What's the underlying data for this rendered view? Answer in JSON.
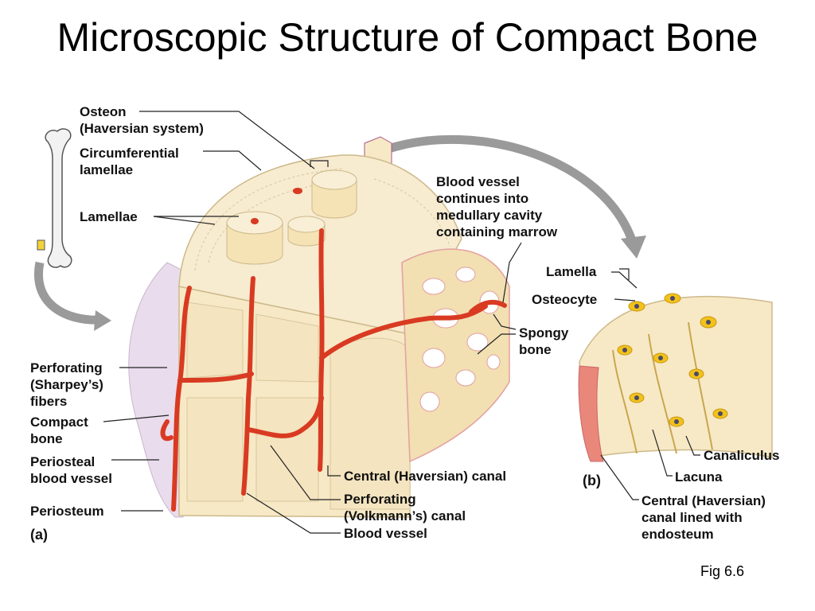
{
  "title": "Microscopic Structure of Compact Bone",
  "figure_caption": "Fig 6.6",
  "panels": {
    "a": "(a)",
    "b": "(b)"
  },
  "labels": {
    "osteon": "Osteon\n(Haversian system)",
    "circumferential_lamellae": "Circumferential\nlamellae",
    "lamellae": "Lamellae",
    "blood_vessel_marrow": "Blood vessel\ncontinues into\nmedullary cavity\ncontaining marrow",
    "lamella": "Lamella",
    "osteocyte": "Osteocyte",
    "spongy_bone": "Spongy\nbone",
    "perforating_fibers": "Perforating\n(Sharpey’s)\nfibers",
    "compact_bone": "Compact\nbone",
    "periosteal_vessel": "Periosteal\nblood vessel",
    "periosteum": "Periosteum",
    "central_canal": "Central (Haversian) canal",
    "volkmann_canal": "Perforating\n(Volkmann’s) canal",
    "blood_vessel": "Blood vessel",
    "canaliculus": "Canaliculus",
    "lacuna": "Lacuna",
    "central_canal_endosteum": "Central (Haversian)\ncanal lined with\nendosteum"
  },
  "colors": {
    "bone": "#f7e9c6",
    "bone_dark": "#e8d3a3",
    "vessel": "#d93a22",
    "periosteum": "#e9dcec",
    "osteocyte": "#f2c21b",
    "arrow": "#9a9a9a"
  }
}
